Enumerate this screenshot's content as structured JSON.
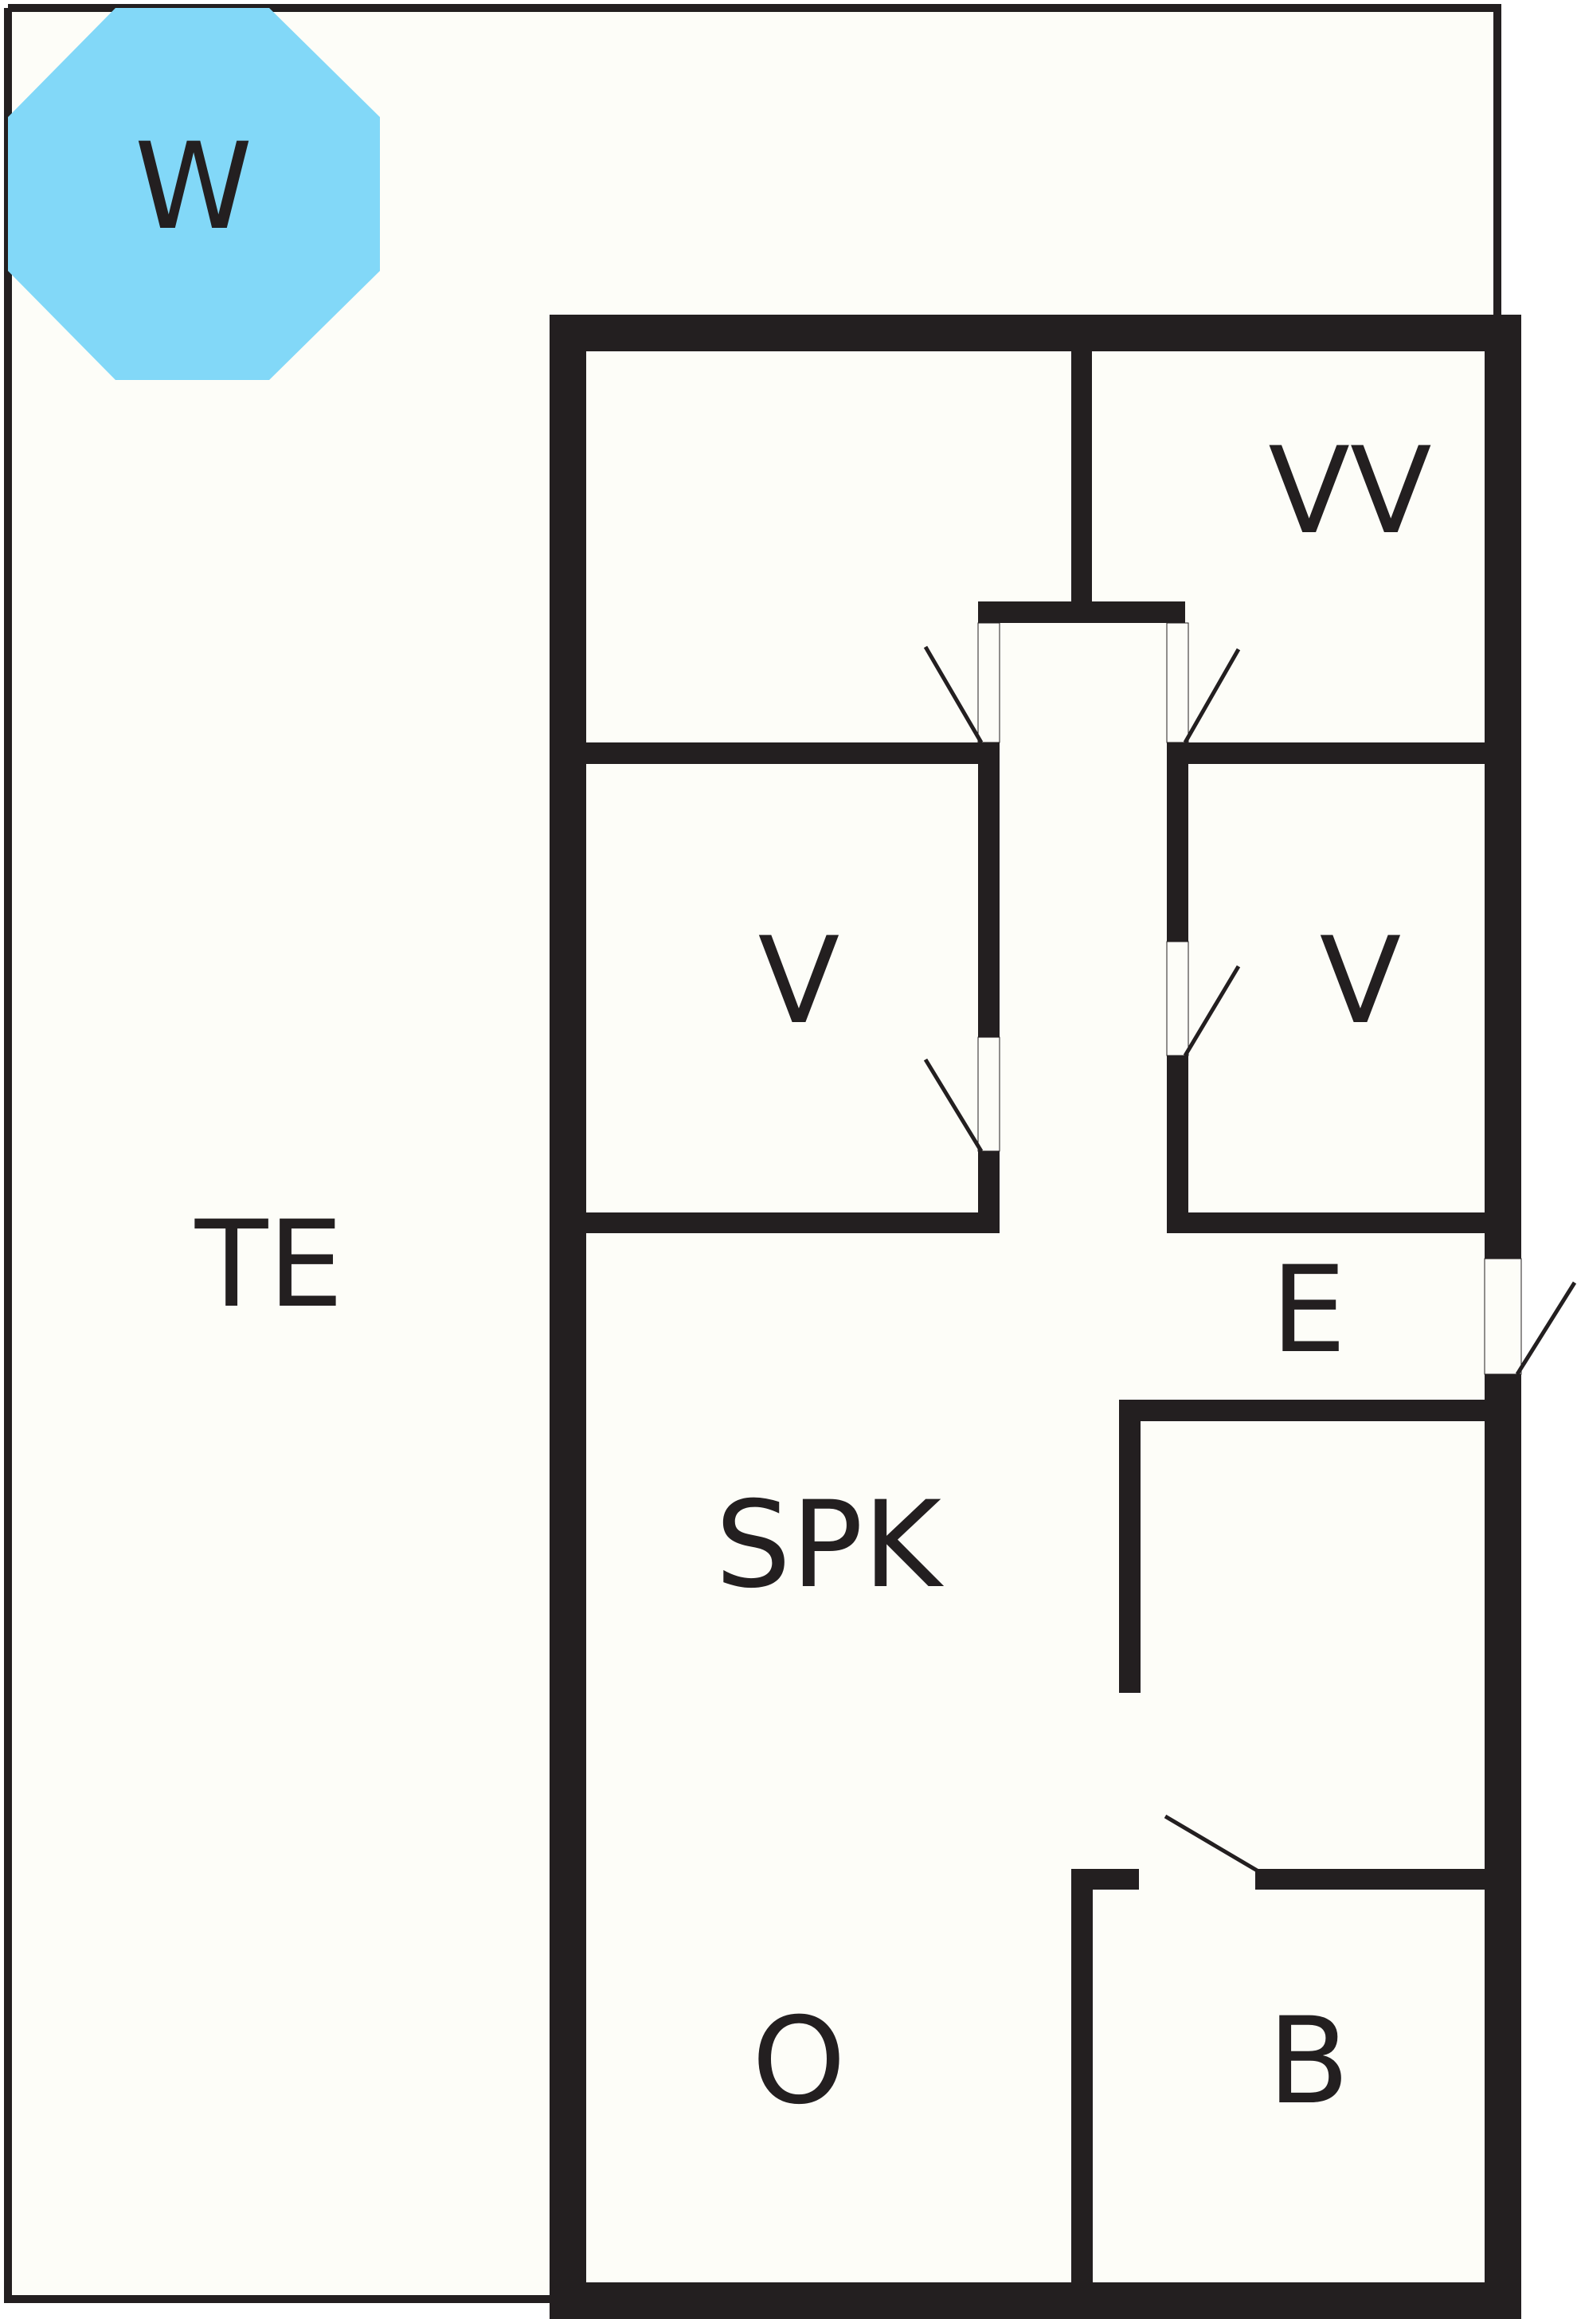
{
  "floorplan": {
    "compass": {
      "label": "W",
      "color": "#82d8f8"
    },
    "rooms": {
      "terrace": "TE",
      "walk_in_closet": "VV",
      "bedroom_left": "V",
      "bedroom_right": "V",
      "entrance": "E",
      "living_kitchen": "SPK",
      "storage": "O",
      "bathroom": "B"
    },
    "colors": {
      "wall": "#231f20",
      "floor": "#fdfdf8"
    }
  }
}
